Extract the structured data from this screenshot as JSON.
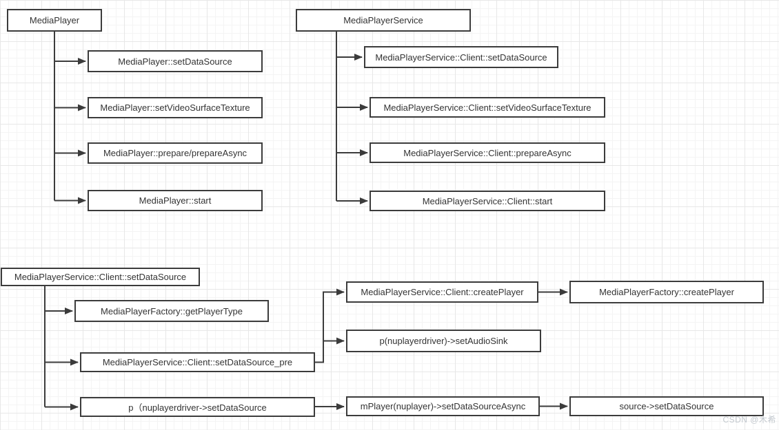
{
  "diagram": {
    "mediaplayer_tree": {
      "root": "MediaPlayer",
      "children": [
        "MediaPlayer::setDataSource",
        "MediaPlayer::setVideoSurfaceTexture",
        "MediaPlayer::prepare/prepareAsync",
        "MediaPlayer::start"
      ]
    },
    "mediaplayerservice_tree": {
      "root": "MediaPlayerService",
      "children": [
        "MediaPlayerService::Client::setDataSource",
        "MediaPlayerService::Client::setVideoSurfaceTexture",
        "MediaPlayerService::Client::prepareAsync",
        "MediaPlayerService::Client::start"
      ]
    },
    "setdatasource_flow": {
      "root": "MediaPlayerService::Client::setDataSource",
      "children": [
        "MediaPlayerFactory::getPlayerType",
        "MediaPlayerService::Client::setDataSource_pre",
        "p（nuplayerdriver->setDataSource"
      ],
      "setdatasource_pre_children": [
        "MediaPlayerService::Client::createPlayer",
        "p(nuplayerdriver)->setAudioSink"
      ],
      "createplayer_child": "MediaPlayerFactory::createPlayer",
      "setdatasource_chain": [
        "mPlayer(nuplayer)->setDataSourceAsync",
        "source->setDataSource"
      ]
    }
  },
  "watermark": "CSDN @木希",
  "colors": {
    "node_border": "#3b3b3b",
    "node_fill": "#ffffff",
    "text": "#333333",
    "connector": "#3b3b3b",
    "grid_minor": "#f4f4f4",
    "grid_major": "#e7e7e7",
    "watermark": "#c2c8ce"
  }
}
